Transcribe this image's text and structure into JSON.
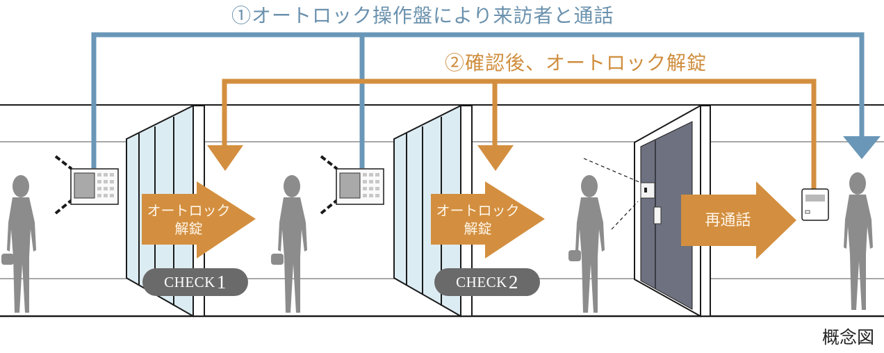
{
  "titles": {
    "step1": "①オートロック操作盤により来訪者と通話",
    "step2": "②確認後、オートロック解錠"
  },
  "arrows": [
    {
      "line1": "オートロック",
      "line2": "解錠"
    },
    {
      "line1": "オートロック",
      "line2": "解錠"
    },
    {
      "line1": "再通話",
      "line2": ""
    }
  ],
  "checks": [
    {
      "label": "CHECK",
      "num": "1"
    },
    {
      "label": "CHECK",
      "num": "2"
    }
  ],
  "note": "概念図",
  "colors": {
    "blue_line": "#6a97b8",
    "orange_line": "#d38f3f",
    "glass": "#dcecf3",
    "door": "#6e717f",
    "silhouette": "#8c8c8c",
    "badge": "#6a6a6a"
  },
  "icons": {
    "intercom_panel": "autolock-control-panel-icon",
    "indoor_monitor": "indoor-monitor-icon",
    "person": "person-silhouette-icon",
    "glass_door": "glass-door-icon",
    "entrance_door": "entrance-door-icon"
  }
}
